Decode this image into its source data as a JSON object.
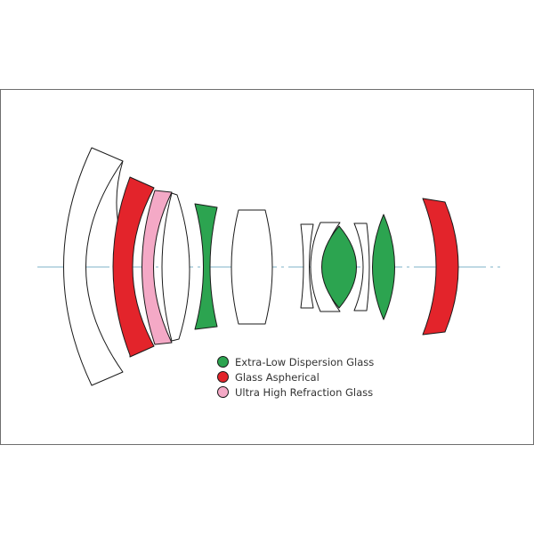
{
  "colors": {
    "axis": "#7fb3c8",
    "outline": "#1a1a1a",
    "clear_glass": "#ffffff",
    "extra_low_dispersion": "#2ca450",
    "aspherical": "#e3242b",
    "ultra_high_refraction": "#f4a9c6",
    "frame_border": "#6e6e6e"
  },
  "elements": [
    {
      "id": "e1",
      "glass": "clear"
    },
    {
      "id": "e2",
      "glass": "aspherical"
    },
    {
      "id": "e3",
      "glass": "ultra_high_refraction"
    },
    {
      "id": "e4",
      "glass": "clear"
    },
    {
      "id": "e5",
      "glass": "extra_low_dispersion"
    },
    {
      "id": "e6",
      "glass": "clear"
    },
    {
      "id": "e7",
      "glass": "clear"
    },
    {
      "id": "e8",
      "glass": "clear"
    },
    {
      "id": "e9",
      "glass": "extra_low_dispersion"
    },
    {
      "id": "e10",
      "glass": "clear"
    },
    {
      "id": "e11",
      "glass": "extra_low_dispersion"
    },
    {
      "id": "e12",
      "glass": "aspherical"
    }
  ],
  "legend": {
    "items": [
      {
        "label": "Extra-Low Dispersion Glass",
        "color": "#2ca450"
      },
      {
        "label": "Glass Aspherical",
        "color": "#e3242b"
      },
      {
        "label": "Ultra High Refraction Glass",
        "color": "#f4a9c6"
      }
    ]
  }
}
